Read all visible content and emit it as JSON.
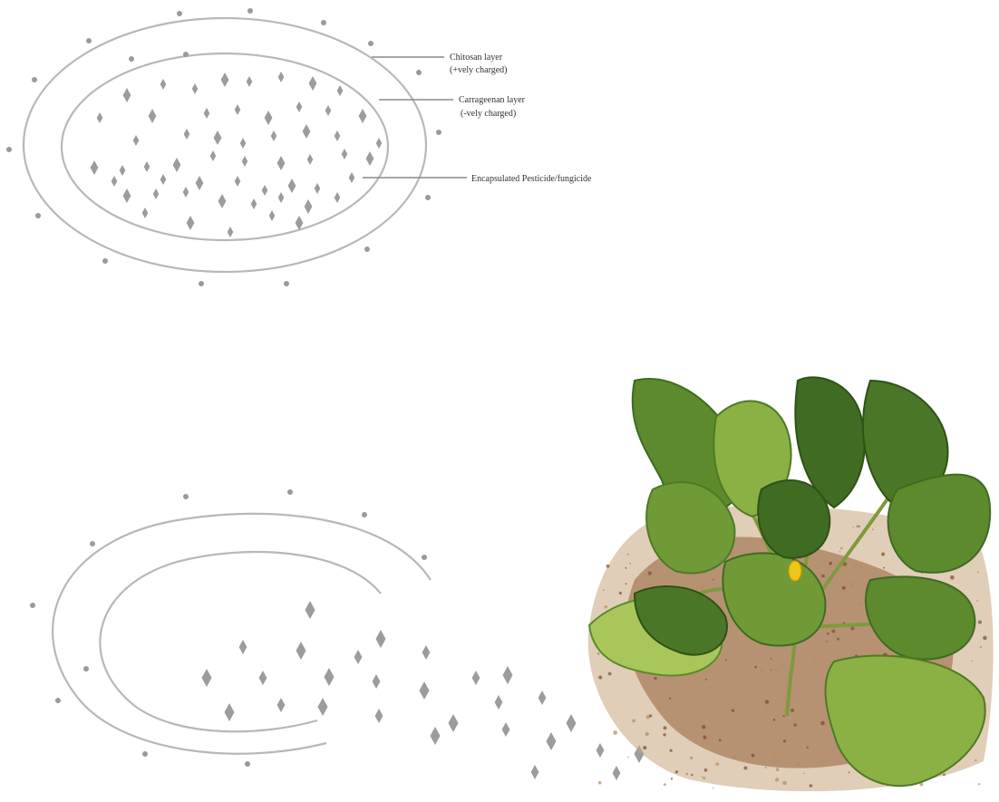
{
  "diagram": {
    "labels": {
      "chitosan": [
        "Chitosan layer",
        "(+vely charged)"
      ],
      "carrageenan": [
        "Carrageenan layer",
        "(-vely charged)"
      ],
      "encapsulated": "Encapsulated Pesticide/fungicide"
    },
    "colors": {
      "shell": "#b8b8b8",
      "particle": "#9c9c9c",
      "leader": "#8a8a8a"
    }
  },
  "plant": {
    "icon": "weed-plant-illustration",
    "colors": {
      "leaf_dark": "#3f6b22",
      "leaf_mid": "#6f9a35",
      "leaf_light": "#a9c65a",
      "soil": "#9a6b45",
      "flower": "#f0c419"
    }
  }
}
